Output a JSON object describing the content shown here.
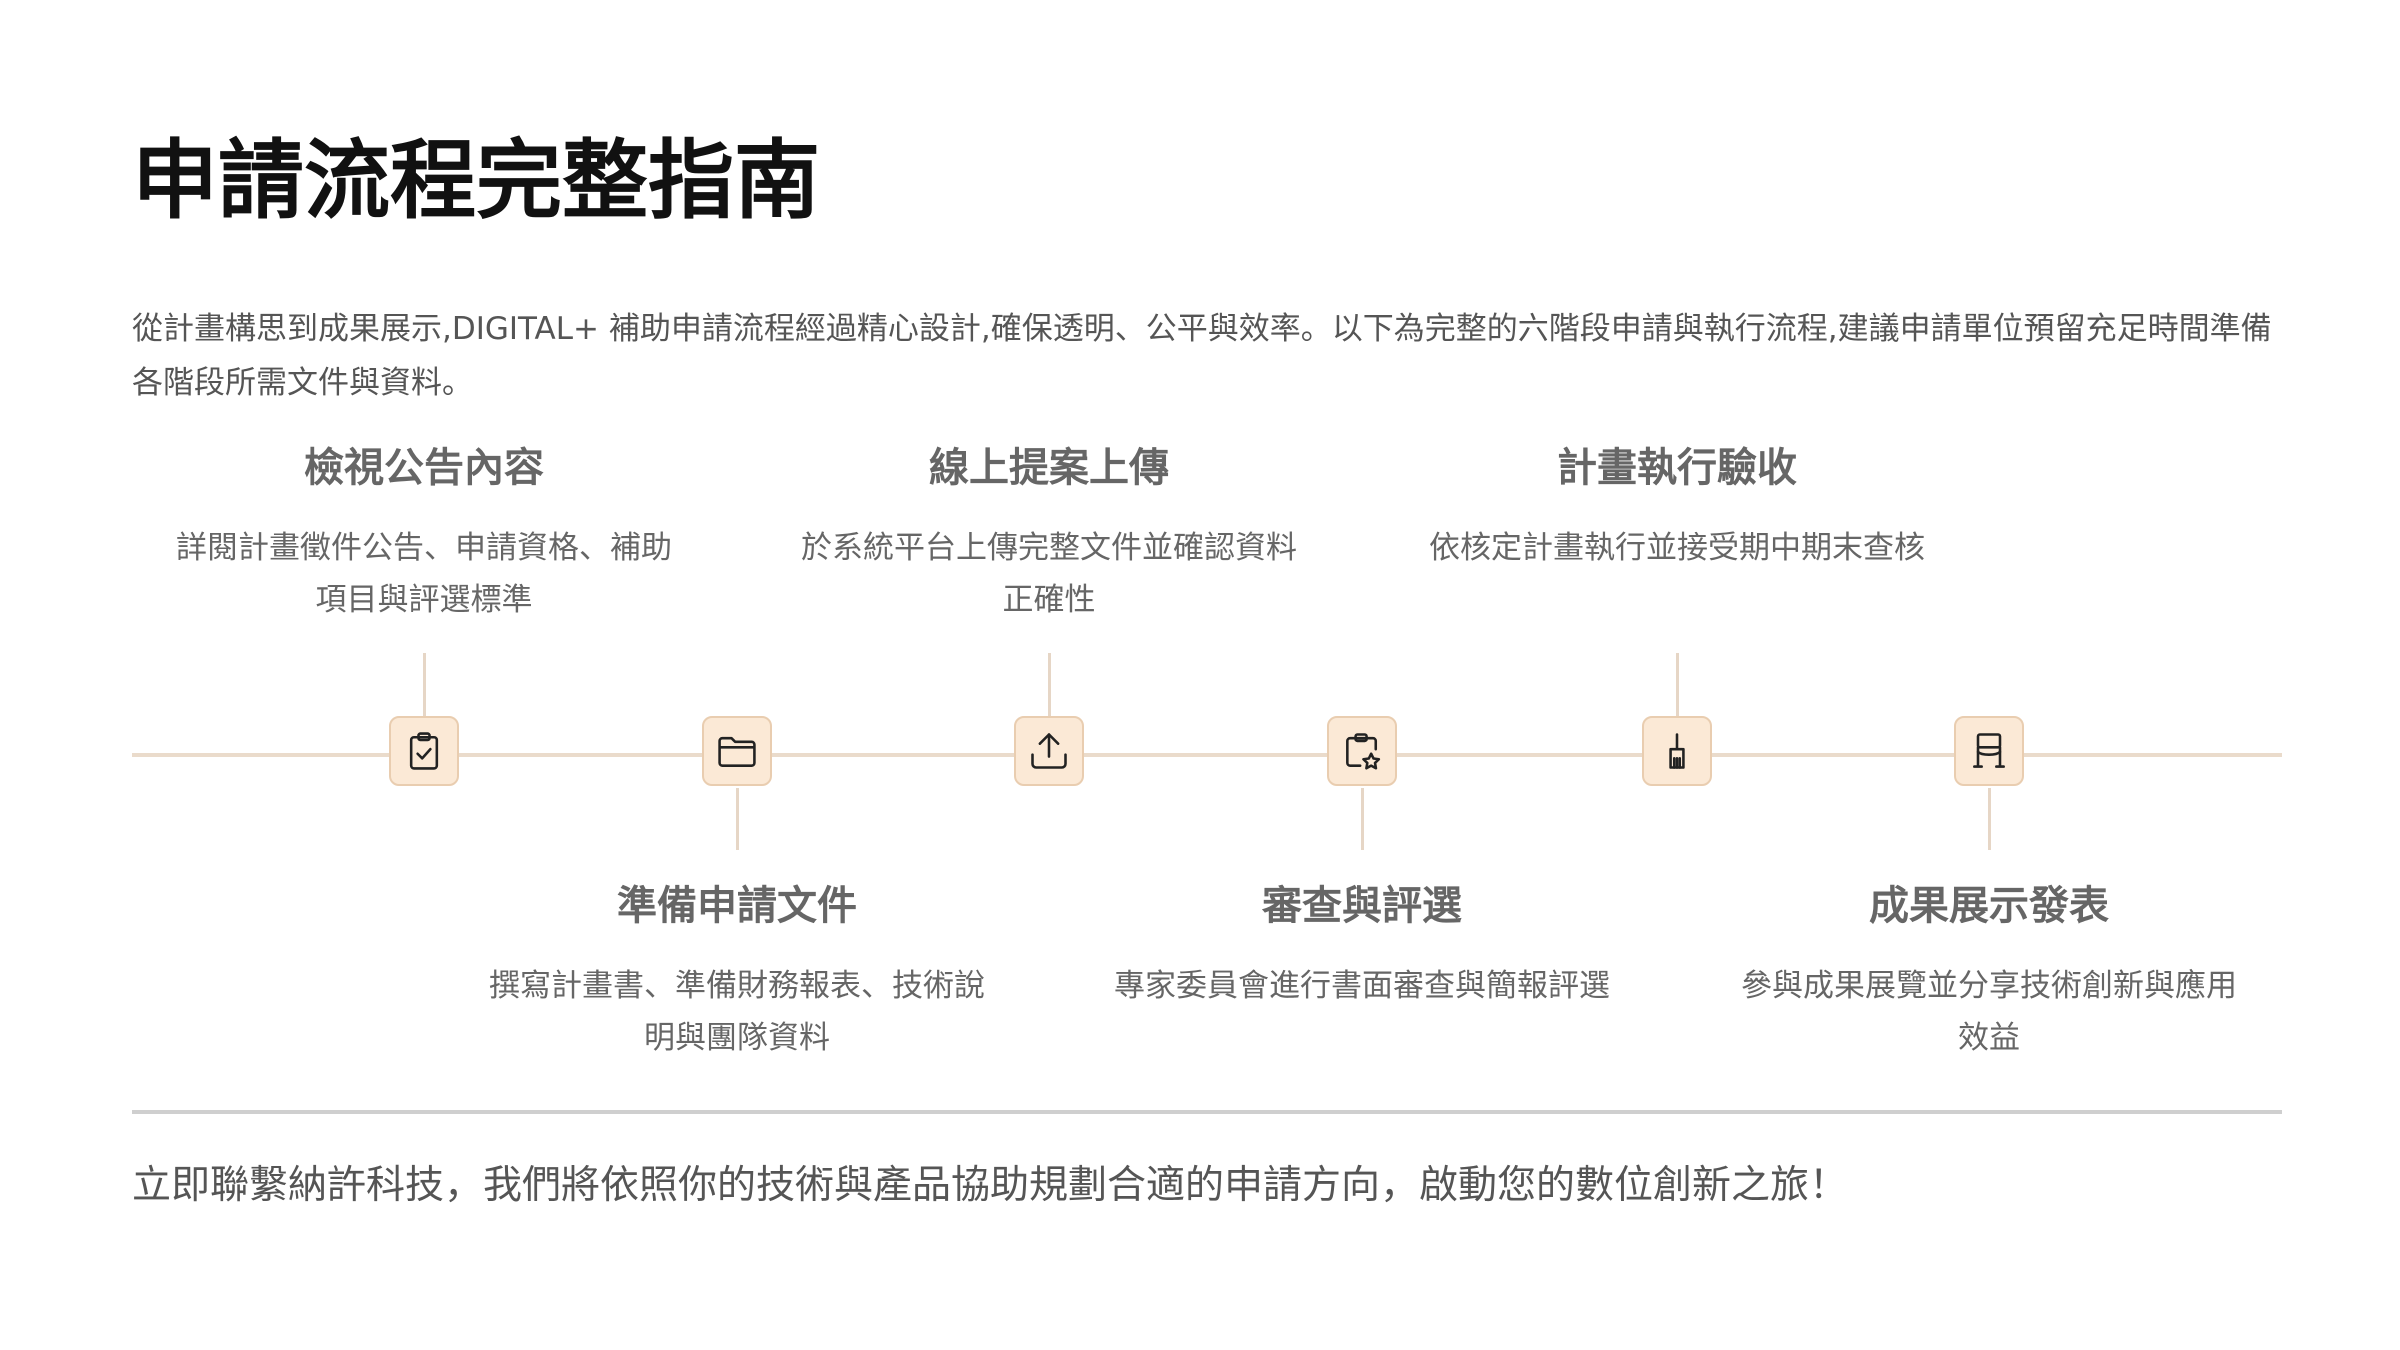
{
  "title": "申請流程完整指南",
  "intro": "從計畫構思到成果展示,DIGITAL+ 補助申請流程經過精心設計,確保透明、公平與效率。以下為完整的六階段申請與執行流程,建議申請單位預留充足時間準備各階段所需文件與資料。",
  "steps": [
    {
      "title": "檢視公告內容",
      "desc": "詳閱計畫徵件公告、申請資格、補助項目與評選標準",
      "icon": "clipboard-check-icon"
    },
    {
      "title": "準備申請文件",
      "desc": "撰寫計畫書、準備財務報表、技術說明與團隊資料",
      "icon": "folder-icon"
    },
    {
      "title": "線上提案上傳",
      "desc": "於系統平台上傳完整文件並確認資料正確性",
      "icon": "upload-icon"
    },
    {
      "title": "審查與評選",
      "desc": "專家委員會進行書面審查與簡報評選",
      "icon": "clipboard-star-icon"
    },
    {
      "title": "計畫執行驗收",
      "desc": "依核定計畫執行並接受期中期末查核",
      "icon": "brush-icon"
    },
    {
      "title": "成果展示發表",
      "desc": "參與成果展覽並分享技術創新與應用效益",
      "icon": "exhibition-stanchion-icon"
    }
  ],
  "cta": "立即聯繫納許科技，我們將依照你的技術與產品協助規劃合適的申請方向，啟動您的數位創新之旅！",
  "colors": {
    "node_fill": "#fbe9d6",
    "node_border": "#e9cdb0",
    "timeline": "#eadbcb",
    "divider": "#cfcfcf"
  }
}
